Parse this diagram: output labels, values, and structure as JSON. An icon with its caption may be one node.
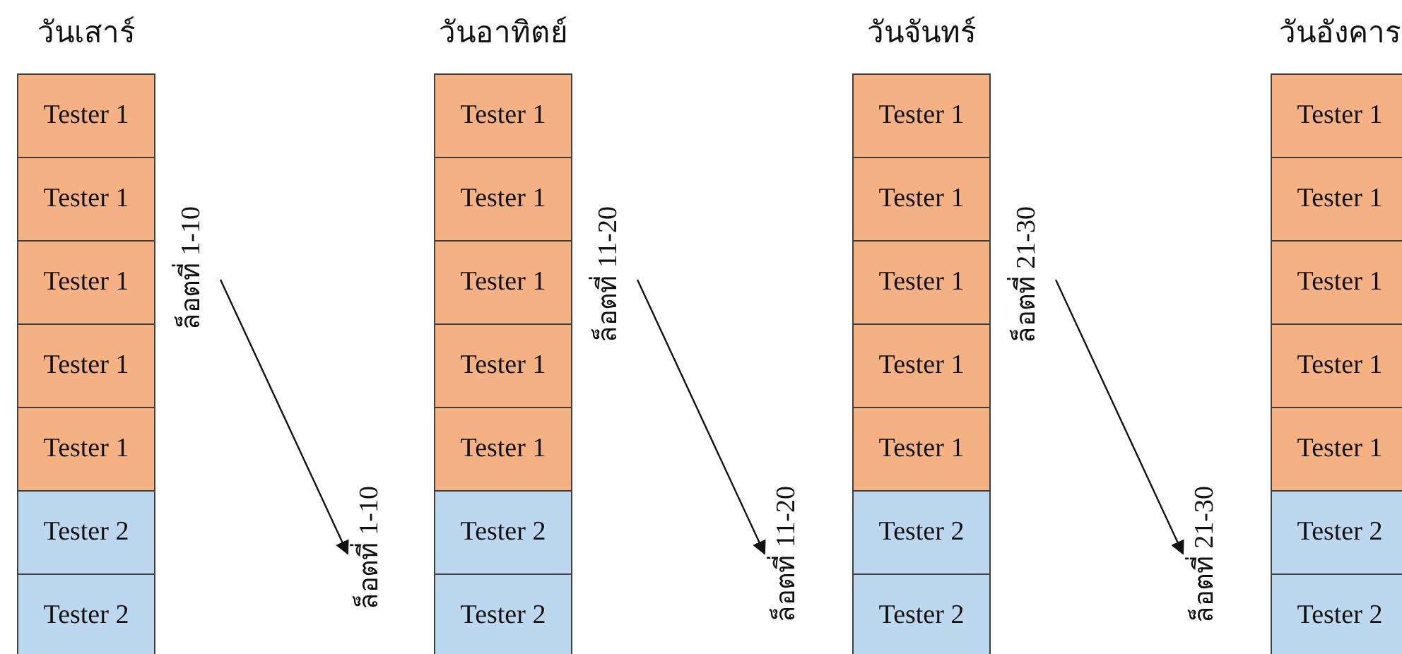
{
  "diagram": {
    "nodes": [
      {
        "text": [
          "Tester 1"
        ]
      },
      {
        "text": [
          "Tester 1"
        ]
      },
      {
        "text": [
          "Tester 1"
        ]
      },
      {
        "text": [
          "Tester 1"
        ]
      },
      {
        "text": [
          "Tester 1"
        ]
      },
      {
        "text": [
          "Tester 2"
        ]
      },
      {
        "text": [
          "Tester 2"
        ]
      },
      {
        "text": [
          "ล็อตที่ 1-10"
        ]
      },
      {
        "text": [
          "ล็อตที่ 1-10"
        ]
      },
      {
        "text": [
          "Tester 1"
        ]
      },
      {
        "text": [
          "Tester 1"
        ]
      },
      {
        "text": [
          "Tester 1"
        ]
      },
      {
        "text": [
          "Tester 1"
        ]
      },
      {
        "text": [
          "Tester 1"
        ]
      },
      {
        "text": [
          "Tester 2"
        ]
      },
      {
        "text": [
          "Tester 2"
        ]
      },
      {
        "text": [
          "ล็อตที่ 11-20"
        ]
      },
      {
        "text": [
          "ล็อตที่ 11-20"
        ]
      },
      {
        "text": [
          "Tester 1"
        ]
      },
      {
        "text": [
          "Tester 1"
        ]
      },
      {
        "text": [
          "Tester 1"
        ]
      },
      {
        "text": [
          "Tester 1"
        ]
      },
      {
        "text": [
          "Tester 1"
        ]
      },
      {
        "text": [
          "Tester 2"
        ]
      },
      {
        "text": [
          "Tester 2"
        ]
      },
      {
        "text": [
          "ล็อตที่ 21-30"
        ]
      },
      {
        "text": [
          "ล็อตที่ 21-30"
        ]
      },
      {
        "text": [
          "Tester 1"
        ]
      },
      {
        "text": [
          "Tester 1"
        ]
      },
      {
        "text": [
          "Tester 1"
        ]
      },
      {
        "text": [
          "Tester 1"
        ]
      },
      {
        "text": [
          "Tester 1"
        ]
      },
      {
        "text": [
          "Tester 2"
        ]
      },
      {
        "text": [
          "Tester 2"
        ]
      }
    ],
    "edges": [
      {
        "from": 7,
        "to": 8,
        "arrow": "to"
      },
      {
        "from": 16,
        "to": 17,
        "arrow": "to"
      },
      {
        "from": 25,
        "to": 26,
        "arrow": "to"
      }
    ],
    "labels": [
      "วันเสาร์",
      "วันอาทิตย์",
      "วันจันทร์",
      "วันอังคาร"
    ]
  }
}
